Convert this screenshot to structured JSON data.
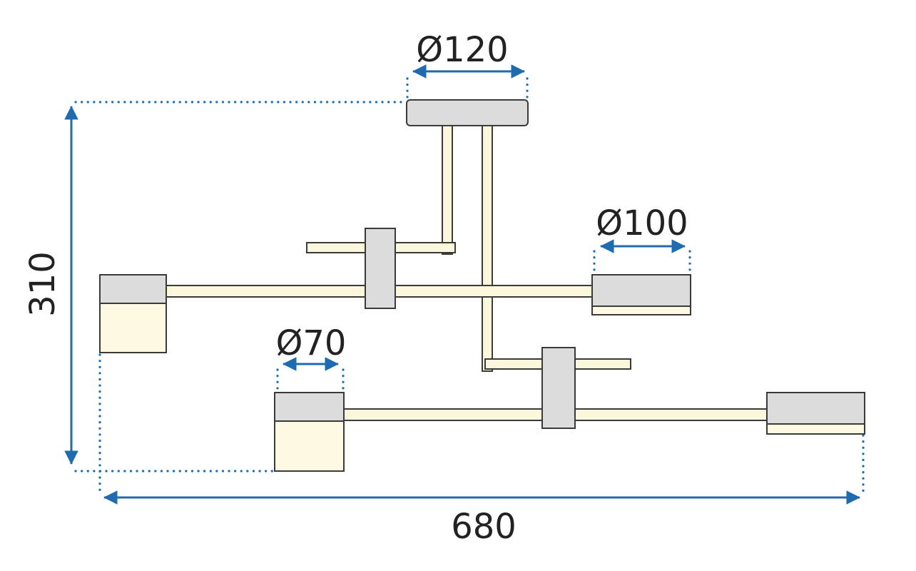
{
  "diagram": {
    "type": "technical-dimension-drawing",
    "subject": "ceiling lamp with four shades",
    "labels": {
      "canopy_diameter": "Ø120",
      "large_shade_diameter": "Ø100",
      "small_shade_diameter": "Ø70",
      "overall_height": "310",
      "overall_width": "680"
    },
    "colors": {
      "dimension": "#1e6bb0",
      "outline": "#3a3a3a",
      "arm": "#fbf7dd",
      "metal": "#dcdcdc",
      "glow": "#fdf9e2",
      "text": "#222222",
      "background": "#ffffff"
    }
  }
}
